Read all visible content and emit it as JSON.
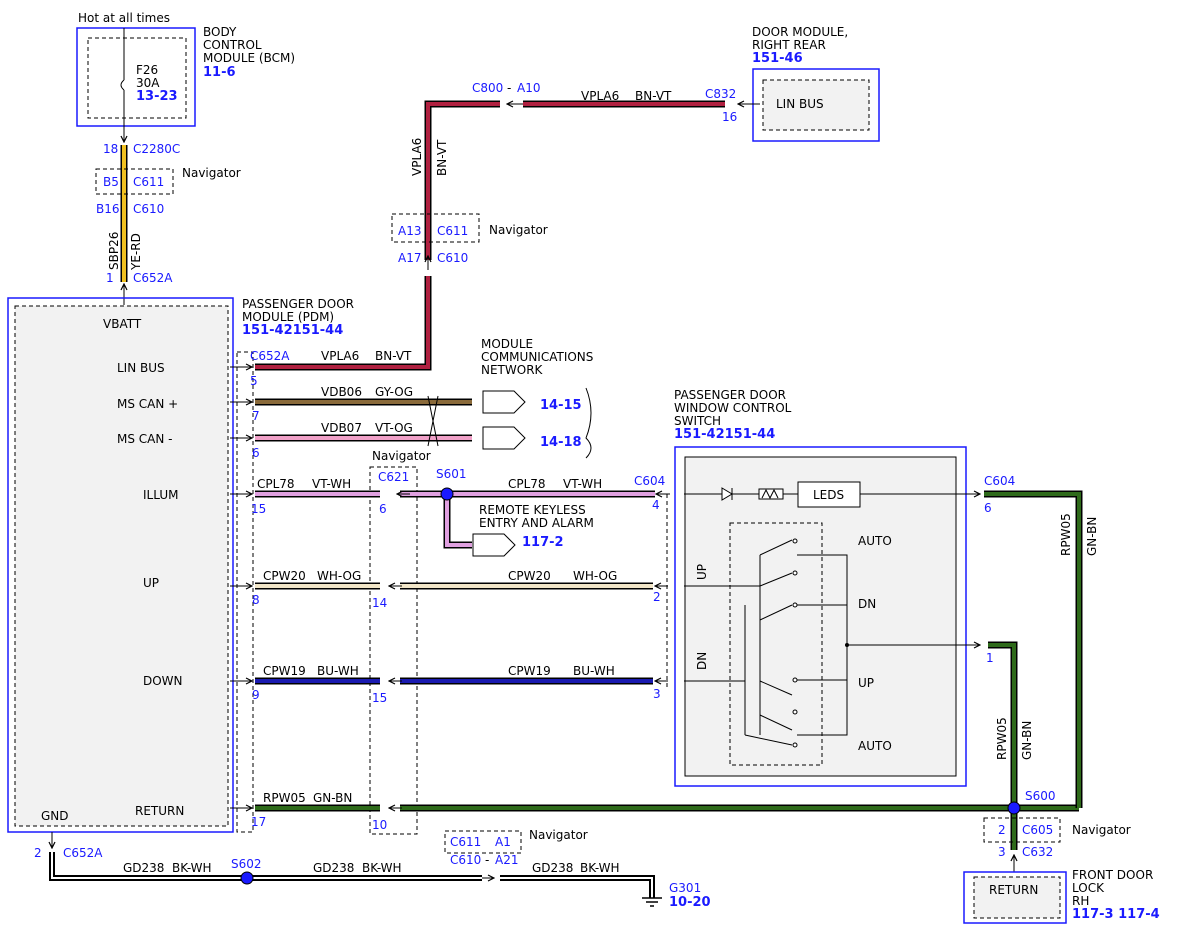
{
  "bcm": {
    "hot_label": "Hot at all times",
    "name_l1": "BODY",
    "name_l2": "CONTROL",
    "name_l3": "MODULE (BCM)",
    "ref": "11-6",
    "fuse": "F26",
    "amps": "30A",
    "fuse_ref": "13-23"
  },
  "connectors_left": {
    "c2280c_pin": "18",
    "c2280c": "C2280C",
    "c611_pin": "B5",
    "c611": "C611",
    "navigator": "Navigator",
    "c610_pin": "B16",
    "c610": "C610",
    "circuit": "SBP26",
    "color": "YE-RD",
    "c652a_pin": "1",
    "c652a": "C652A"
  },
  "door_rr": {
    "name_l1": "DOOR MODULE,",
    "name_l2": "RIGHT REAR",
    "ref": "151-46",
    "lin_bus": "LIN BUS"
  },
  "vpla6_top": {
    "c800": "C800",
    "dash": "-",
    "a10": "A10",
    "circuit": "VPLA6",
    "color": "BN-VT",
    "c832": "C832",
    "pin": "16",
    "vert_circuit": "VPLA6",
    "vert_color": "BN-VT"
  },
  "mid_conn": {
    "a13": "A13",
    "c611": "C611",
    "navigator": "Navigator",
    "a17": "A17",
    "c610": "C610"
  },
  "pdm": {
    "name_l1": "PASSENGER DOOR",
    "name_l2": "MODULE (PDM)",
    "ref": "151-42151-44",
    "vbatt": "VBATT",
    "lin_bus": "LIN BUS",
    "ms_can_plus": "MS CAN +",
    "ms_can_minus": "MS CAN -",
    "illum": "ILLUM",
    "up": "UP",
    "down": "DOWN",
    "return": "RETURN",
    "gnd": "GND"
  },
  "wires": {
    "lin": {
      "conn": "C652A",
      "pin": "5",
      "circuit": "VPLA6",
      "color": "BN-VT"
    },
    "canp": {
      "pin": "7",
      "circuit": "VDB06",
      "color": "GY-OG",
      "ref": "14-15"
    },
    "canm": {
      "pin": "6",
      "circuit": "VDB07",
      "color": "VT-OG",
      "ref": "14-18"
    },
    "mcn_l1": "MODULE",
    "mcn_l2": "COMMUNICATIONS",
    "mcn_l3": "NETWORK",
    "illum": {
      "pin": "15",
      "circuit": "CPL78",
      "color": "VT-WH",
      "c621": "C621",
      "c621_pin": "6",
      "navigator": "Navigator",
      "splice": "S601",
      "circuit2": "CPL78",
      "color2": "VT-WH",
      "c604": "C604",
      "c604_pin": "4",
      "rke_l1": "REMOTE KEYLESS",
      "rke_l2": "ENTRY AND ALARM",
      "rke_ref": "117-2"
    },
    "up": {
      "pin": "8",
      "circuit": "CPW20",
      "color": "WH-OG",
      "mid_pin": "14",
      "circuit2": "CPW20",
      "color2": "WH-OG",
      "sw_pin": "2"
    },
    "down": {
      "pin": "9",
      "circuit": "CPW19",
      "color": "BU-WH",
      "mid_pin": "15",
      "circuit2": "CPW19",
      "color2": "BU-WH",
      "sw_pin": "3"
    },
    "ret": {
      "pin": "17",
      "circuit": "RPW05",
      "color": "GN-BN",
      "mid_pin": "10"
    },
    "gnd": {
      "pin": "2",
      "conn": "C652A",
      "circuit1": "GD238",
      "color1": "BK-WH",
      "splice": "S602",
      "circuit2": "GD238",
      "color2": "BK-WH",
      "c611": "C611",
      "a1": "A1",
      "navigator": "Navigator",
      "c610": "C610",
      "dash": "-",
      "a21": "A21",
      "circuit3": "GD238",
      "color3": "BK-WH",
      "g301": "G301",
      "g301_ref": "10-20"
    }
  },
  "switch": {
    "name_l1": "PASSENGER DOOR",
    "name_l2": "WINDOW CONTROL",
    "name_l3": "SWITCH",
    "ref": "151-42151-44",
    "leds": "LEDS",
    "auto_top": "AUTO",
    "dn": "DN",
    "up": "UP",
    "auto_bot": "AUTO",
    "up_side": "UP",
    "dn_side": "DN",
    "c604": "C604",
    "c604_pin": "6",
    "pin1": "1"
  },
  "right_wire": {
    "circuit": "RPW05",
    "color": "GN-BN",
    "circuit2": "RPW05",
    "color2": "GN-BN",
    "splice": "S600",
    "c605_pin": "2",
    "c605": "C605",
    "navigator": "Navigator",
    "c632_pin": "3",
    "c632": "C632"
  },
  "front_lock": {
    "ret": "RETURN",
    "name_l1": "FRONT DOOR",
    "name_l2": "LOCK",
    "name_l3": "RH",
    "ref": "117-3 117-4"
  },
  "colors": {
    "lin": "#b02040",
    "canp": "#8a6a3a",
    "canm": "#f0a0c8",
    "illum": "#e0a0e0",
    "up": "#f2e6c8",
    "down": "#1a1ab0",
    "ret": "#2e6a1a",
    "gnd": "#000000",
    "sbp": "#f0c020",
    "blue": "#1a1aff"
  }
}
